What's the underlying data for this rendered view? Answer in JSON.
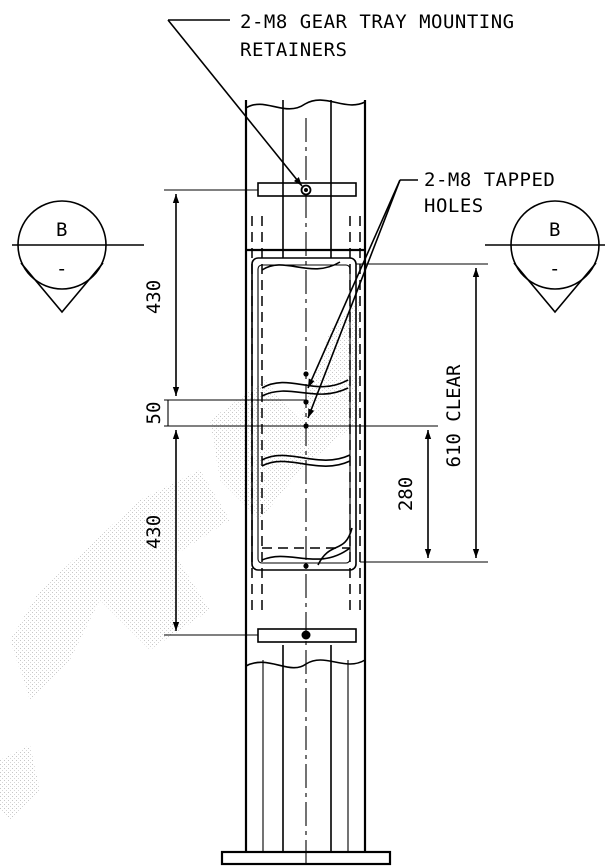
{
  "callouts": {
    "retainers_line1": "2-M8 GEAR TRAY MOUNTING",
    "retainers_line2": "RETAINERS",
    "tapped_line1": "2-M8 TAPPED",
    "tapped_line2": "HOLES"
  },
  "dimensions": {
    "upper_span": "430",
    "gap": "50",
    "lower_span": "430",
    "opening_clear": "610 CLEAR",
    "inner_height": "280"
  },
  "section_markers": {
    "left_letter": "B",
    "left_sheet": "-",
    "right_letter": "B",
    "right_sheet": "-"
  }
}
